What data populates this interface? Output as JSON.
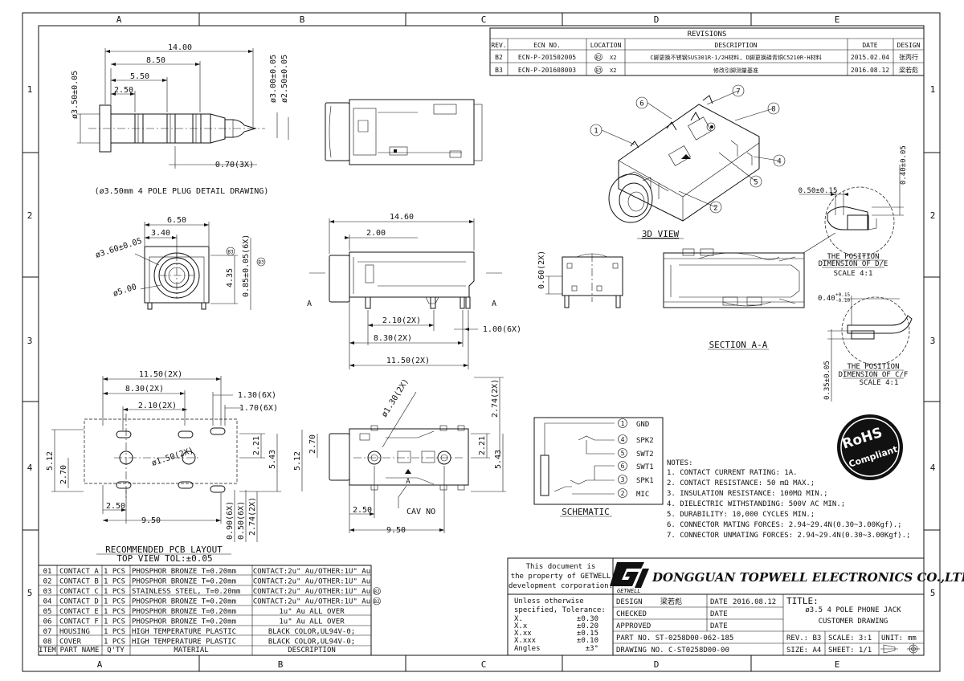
{
  "grid": {
    "cols": [
      "A",
      "B",
      "C",
      "D",
      "E"
    ],
    "rows": [
      "1",
      "2",
      "3",
      "4",
      "5"
    ]
  },
  "revisions": {
    "title": "REVISIONS",
    "headers": [
      "REV.",
      "ECN NO.",
      "LOCATION",
      "DESCRIPTION",
      "DATE",
      "DESIGN"
    ],
    "rows": [
      {
        "rev": "B2",
        "ecn": "ECN-P-201502005",
        "loc_mark": "B2",
        "loc_count": "X2",
        "desc": "C脚更换不锈钢SUS301R-1/2H材料, D脚更换磷青铜C5210R-H材料",
        "date": "2015.02.04",
        "design": "张丙行"
      },
      {
        "rev": "B3",
        "ecn": "ECN-P-201608003",
        "loc_mark": "B3",
        "loc_count": "X2",
        "desc": "修改引脚测量基准",
        "date": "2016.08.12",
        "design": "梁若彪"
      }
    ]
  },
  "plug_detail": {
    "dims": {
      "d14": "14.00",
      "d850": "8.50",
      "d550": "5.50",
      "d250": "2.50",
      "dia350": "ø3.50±0.05",
      "dia300": "ø3.00±0.05",
      "dia250": "ø2.50±0.05",
      "d070": "0.70(3X)"
    },
    "caption": "(ø3.50mm 4 POLE PLUG DETAIL DRAWING)"
  },
  "front_view": {
    "dims": {
      "d650": "6.50",
      "d340": "3.40",
      "dia360": "ø3.60±0.05",
      "dia500": "ø5.00",
      "d435": "4.35",
      "d085": "0.85±0.05(6X)"
    },
    "marks": [
      "B3",
      "B3"
    ]
  },
  "side_view": {
    "dims": {
      "d1460": "14.60",
      "d200": "2.00",
      "d210": "2.10(2X)",
      "d830": "8.30(2X)",
      "d1150": "11.50(2X)",
      "d100": "1.00(6X)"
    },
    "section_marks": [
      "A",
      "A"
    ]
  },
  "end_view": {
    "dims": {
      "d060": "0.60(2X)"
    }
  },
  "view3d": {
    "callouts": [
      "1",
      "2",
      "4",
      "5",
      "6",
      "7",
      "8"
    ],
    "caption": "3D VIEW"
  },
  "section": {
    "caption": "SECTION A-A",
    "dims": {
      "d050": "0.50±0.15",
      "d040": "0.40±0.05",
      "d040b": "0.40",
      "d040b_tol_up": "+0.15",
      "d040b_tol_dn": "-0.10",
      "d035": "0.35±0.05"
    },
    "detail_de": {
      "title1": "THE POSITION",
      "title2": "DIMENSION OF D/E",
      "scale": "SCALE 4:1"
    },
    "detail_cf": {
      "title1": "THE POSITION",
      "title2": "DIMENSION OF C/F",
      "scale": "SCALE 4:1"
    }
  },
  "pcb": {
    "dims": {
      "d1150": "11.50(2X)",
      "d830": "8.30(2X)",
      "d210": "2.10(2X)",
      "d130": "1.30(6X)",
      "d170": "1.70(6X)",
      "d512": "5.12",
      "d270": "2.70",
      "d150": "ø1.50(2X)",
      "d250": "2.50",
      "d950": "9.50",
      "d221": "2.21",
      "d543": "5.43",
      "d090": "0.90(6X)",
      "d050": "0.50(6X)",
      "d274": "2.74(2X)"
    },
    "caption1": "RECOMMENDED PCB LAYOUT",
    "caption2": "TOP VIEW TOL:±0.05"
  },
  "bottom_view": {
    "dims": {
      "d130": "ø1.30(2X)",
      "d274": "2.74(2X)",
      "d270": "2.70",
      "d512": "5.12",
      "d221": "2.21",
      "d543": "5.43",
      "d250": "2.50",
      "d950": "9.50"
    },
    "cav_label": "CAV NO",
    "cav_mark": "A"
  },
  "schematic": {
    "caption": "SCHEMATIC",
    "pins": [
      {
        "num": "1",
        "name": "GND"
      },
      {
        "num": "4",
        "name": "SPK2"
      },
      {
        "num": "5",
        "name": "SWT2"
      },
      {
        "num": "6",
        "name": "SWT1"
      },
      {
        "num": "3",
        "name": "SPK1"
      },
      {
        "num": "2",
        "name": "MIC"
      }
    ]
  },
  "notes": {
    "title": "NOTES:",
    "items": [
      "1. CONTACT CURRENT RATING: 1A.",
      "2. CONTACT RESISTANCE: 50 mΩ MAX.;",
      "3. INSULATION RESISTANCE: 100MΩ MIN.;",
      "4. DIELECTRIC WITHSTANDING: 500V AC MIN.;",
      "5. DURABILITY: 10,000 CYCLES MIN.;",
      "6. CONNECTOR MATING FORCES: 2.94~29.4N(0.30~3.00Kgf).;",
      "7. CONNECTOR UNMATING FORCES: 2.94~29.4N(0.30~3.00Kgf).;"
    ]
  },
  "rohs": {
    "line1": "RoHS",
    "line2": "Compliant"
  },
  "bom": {
    "headers": [
      "ITEM",
      "PART NAME",
      "Q'TY",
      "MATERIAL",
      "DESCRIPTION"
    ],
    "rows": [
      {
        "item": "01",
        "part": "CONTACT A",
        "qty": "1 PCS",
        "material": "PHOSPHOR BRONZE T=0.20mm",
        "desc": "CONTACT:2u\" Au/OTHER:1U\" Au",
        "mark": ""
      },
      {
        "item": "02",
        "part": "CONTACT B",
        "qty": "1 PCS",
        "material": "PHOSPHOR BRONZE T=0.20mm",
        "desc": "CONTACT:2u\" Au/OTHER:1U\" Au",
        "mark": ""
      },
      {
        "item": "03",
        "part": "CONTACT C",
        "qty": "1 PCS",
        "material": "STAINLESS STEEL, T=0.20mm",
        "desc": "CONTACT:2u\" Au/OTHER:1U\" Au",
        "mark": "B2"
      },
      {
        "item": "04",
        "part": "CONTACT D",
        "qty": "1 PCS",
        "material": "PHOSPHOR BRONZE T=0.20mm",
        "desc": "CONTACT:2u\" Au/OTHER:1U\" Au",
        "mark": "B2"
      },
      {
        "item": "05",
        "part": "CONTACT E",
        "qty": "1 PCS",
        "material": "PHOSPHOR BRONZE T=0.20mm",
        "desc": "1u\" Au ALL OVER",
        "mark": ""
      },
      {
        "item": "06",
        "part": "CONTACT F",
        "qty": "1 PCS",
        "material": "PHOSPHOR BRONZE T=0.20mm",
        "desc": "1u\" Au ALL OVER",
        "mark": ""
      },
      {
        "item": "07",
        "part": "HOUSING",
        "qty": "1 PCS",
        "material": "HIGH TEMPERATURE PLASTIC",
        "desc": "BLACK COLOR,UL94V-0;",
        "mark": ""
      },
      {
        "item": "08",
        "part": "COVER",
        "qty": "1 PCS",
        "material": "HIGH TEMPERATURE PLASTIC",
        "desc": "BLACK COLOR,UL94V-0;",
        "mark": ""
      }
    ]
  },
  "title_block": {
    "property": [
      "This document is",
      "the property of GETWELL",
      "development corporation."
    ],
    "tol_title": [
      "Unless otherwise",
      "specified, Tolerance:"
    ],
    "tolerances": [
      {
        "k": "X.",
        "v": "±0.30"
      },
      {
        "k": "X.x",
        "v": "±0.20"
      },
      {
        "k": "X.xx",
        "v": "±0.15"
      },
      {
        "k": "X.xxx",
        "v": "±0.10"
      },
      {
        "k": "Angles",
        "v": "±3°"
      }
    ],
    "logo_text": "GETWELL",
    "company": "DONGGUAN TOPWELL ELECTRONICS CO.,LTD",
    "design_label": "DESIGN",
    "design_name": "梁若彪",
    "date_label": "DATE",
    "date_value": "2016.08.12",
    "checked_label": "CHECKED",
    "approved_label": "APPROVED",
    "part_no": "PART NO. ST-0258D00-062-185",
    "drawing_no": "DRAWING NO. C-ST0258D00-00",
    "title_label": "TITLE:",
    "title1": "ø3.5 4 POLE PHONE JACK",
    "title2": "CUSTOMER DRAWING",
    "rev": "REV.: B3",
    "scale": "SCALE: 3:1",
    "unit_label": "UNIT:",
    "unit_value": "mm",
    "size": "SIZE: A4",
    "sheet": "SHEET: 1/1"
  }
}
